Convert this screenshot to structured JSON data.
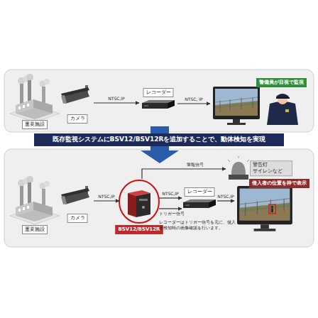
{
  "diagram": {
    "nodes": [
      {
        "text": [
          "重要施設"
        ]
      },
      {
        "text": [
          "カメラ"
        ]
      },
      {
        "text": [
          "レコーダー"
        ]
      },
      {
        "text": [
          "警備員が目視で監視"
        ]
      },
      {
        "text": [
          "既存監視システムにBSV12/BSV12Rを追加することで、動体検知を実現"
        ]
      },
      {
        "text": [
          "重要施設"
        ]
      },
      {
        "text": [
          "カメラ"
        ]
      },
      {
        "text": [
          "BSV12/BSV12R"
        ]
      },
      {
        "text": [
          "レコーダー"
        ]
      },
      {
        "text": [
          "侵入者の位置を枠で表示"
        ]
      },
      {
        "text": [
          "警告灯 サイレンなど"
        ]
      }
    ],
    "edges": [
      {
        "from": 1,
        "to": 2,
        "arrow": "to",
        "label": "NTSC,IP"
      },
      {
        "from": 2,
        "to": 3,
        "arrow": "to",
        "label": "NTSC, IP"
      },
      {
        "from": 6,
        "to": 7,
        "arrow": "to",
        "label": "NTSC,IP"
      },
      {
        "from": 7,
        "to": 10,
        "arrow": "to",
        "label": "警報信号"
      },
      {
        "from": 7,
        "to": 8,
        "arrow": "to",
        "label": "NTSC,IP"
      },
      {
        "from": 7,
        "to": 8,
        "arrow": "to",
        "label": "トリガー信号"
      },
      {
        "from": 8,
        "to": 9,
        "arrow": "to",
        "label": "NTSC,IP"
      }
    ],
    "labels": [
      "レコーダーはトリガー信号を元に、侵入者検知時の画像確認を行います。"
    ]
  }
}
